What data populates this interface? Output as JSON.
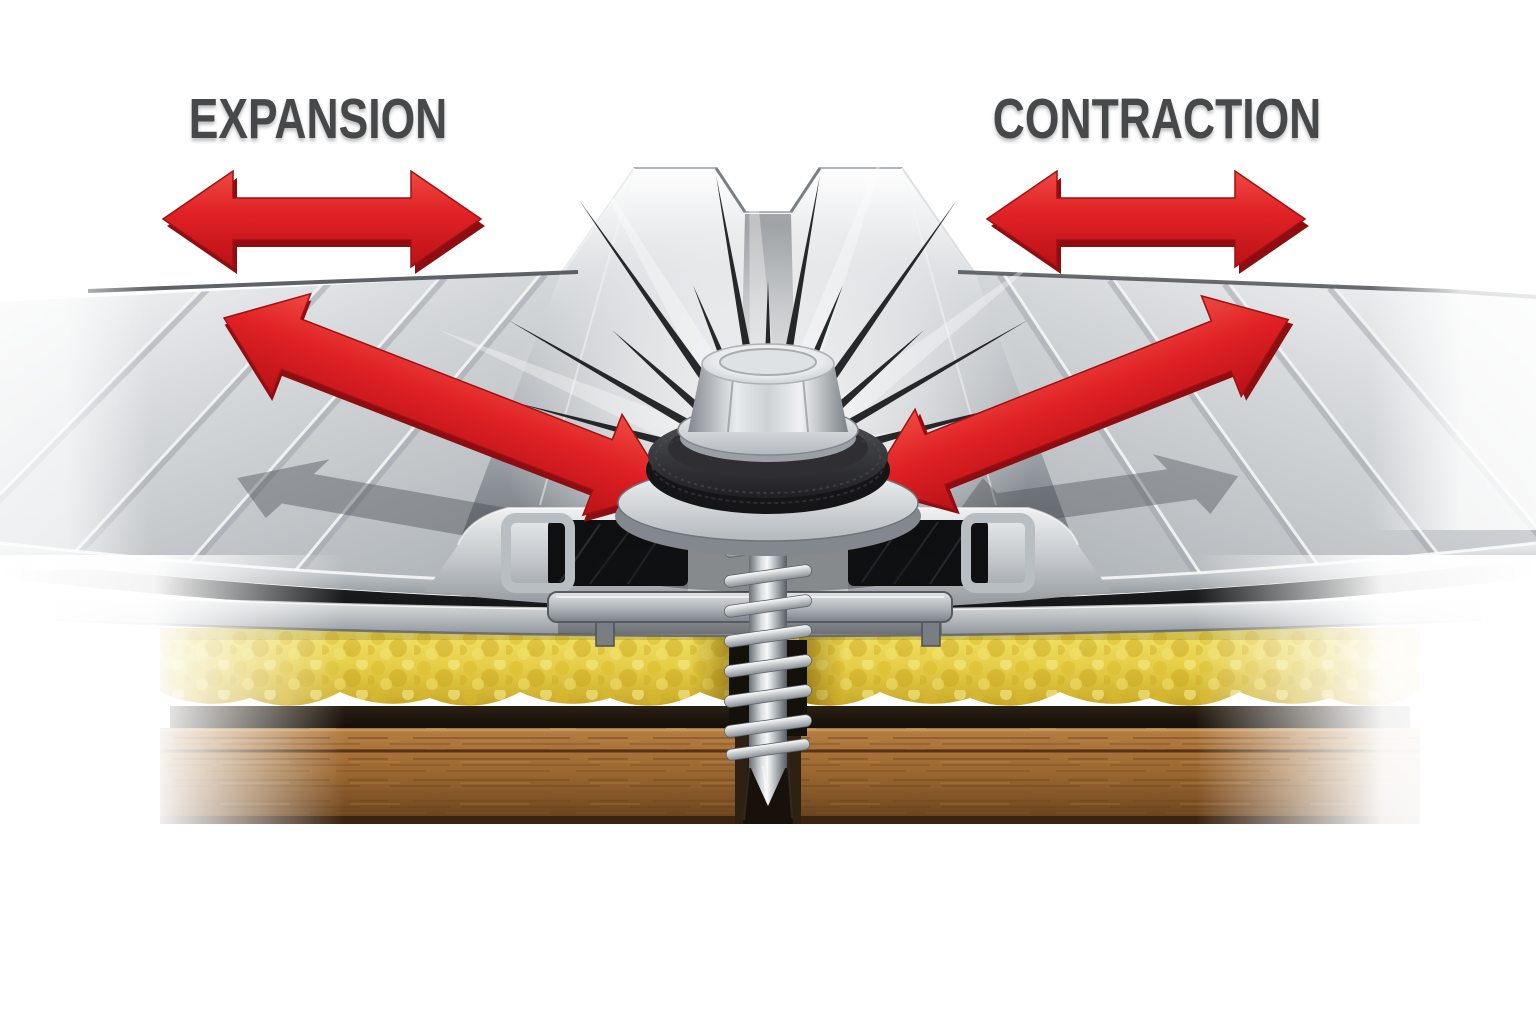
{
  "labels": {
    "expansion": "EXPANSION",
    "contraction": "CONTRACTION"
  },
  "colors": {
    "arrow_red": "#e02125",
    "arrow_red_dark": "#8e0d10",
    "arrow_red_light": "#ef4a41",
    "label_gray": "#47484a",
    "shadow_gray": "#44484d",
    "burst_black": "#17181a",
    "panel_silver": "#c9cdd1",
    "cavity_black": "#101112",
    "insulation_yellow": "#e7cf45",
    "wood_brown": "#9c6830",
    "screw_steel": "#d6d9dc",
    "rubber_black": "#242428"
  },
  "icons": {
    "expansion_arrow": "double-headed-horizontal-arrow",
    "contraction_arrow": "double-headed-horizontal-arrow",
    "expansion_diagonal_arrow": "double-headed-diagonal-arrow",
    "contraction_diagonal_arrow": "double-headed-diagonal-arrow",
    "fastener": "hex-head-screw-with-sealing-washer"
  }
}
